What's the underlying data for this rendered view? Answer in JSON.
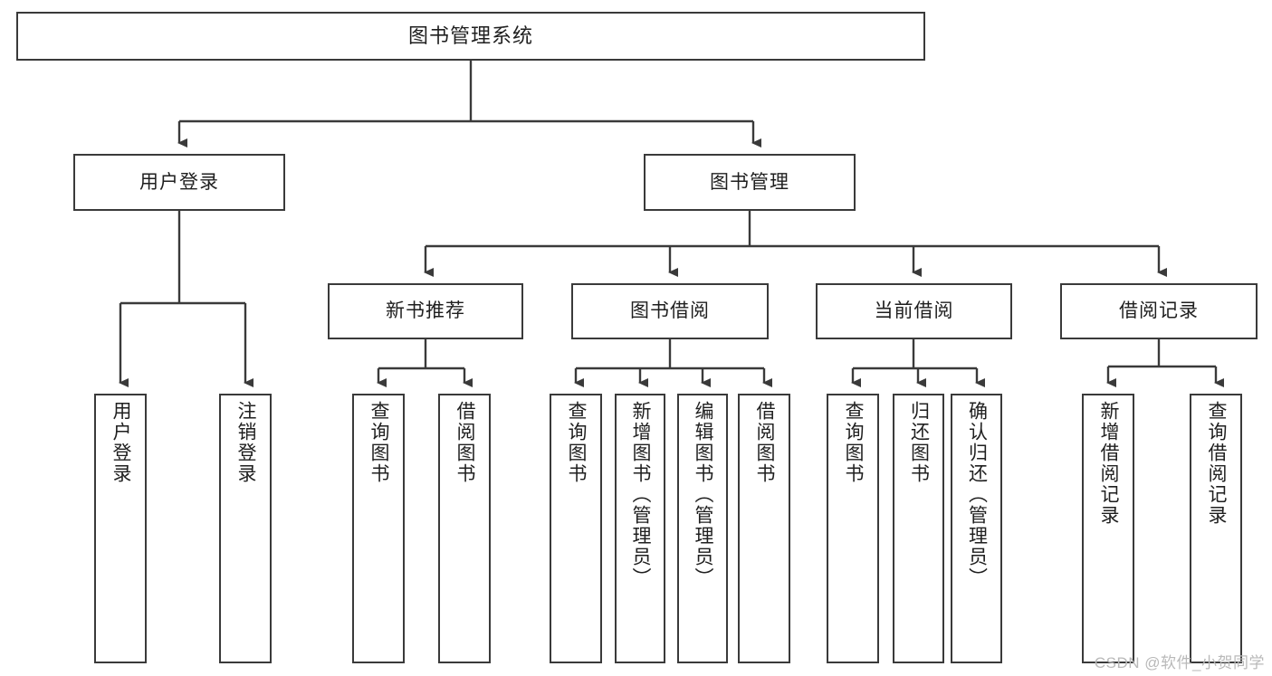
{
  "diagram": {
    "title": "图书管理系统",
    "type": "hierarchy-tree",
    "stroke_color": "#3a3a3a",
    "fill_color": "#ffffff",
    "watermark": "CSDN @软件_小贺同学"
  },
  "nodes": {
    "root": {
      "label": "图书管理系统"
    },
    "level2": [
      {
        "label": "用户登录"
      },
      {
        "label": "图书管理"
      }
    ],
    "level3": [
      {
        "label": "新书推荐"
      },
      {
        "label": "图书借阅"
      },
      {
        "label": "当前借阅"
      },
      {
        "label": "借阅记录"
      }
    ],
    "leaves": {
      "user_login": [
        {
          "label": "用户登录"
        },
        {
          "label": "注销登录"
        }
      ],
      "new_book_recommend": [
        {
          "label": "查询图书"
        },
        {
          "label": "借阅图书"
        }
      ],
      "book_borrow": [
        {
          "label": "查询图书"
        },
        {
          "label": "新增图书（管理员）"
        },
        {
          "label": "编辑图书（管理员）"
        },
        {
          "label": "借阅图书"
        }
      ],
      "current_borrow": [
        {
          "label": "查询图书"
        },
        {
          "label": "归还图书"
        },
        {
          "label": "确认归还（管理员）"
        }
      ],
      "borrow_record": [
        {
          "label": "新增借阅记录"
        },
        {
          "label": "查询借阅记录"
        }
      ]
    }
  }
}
